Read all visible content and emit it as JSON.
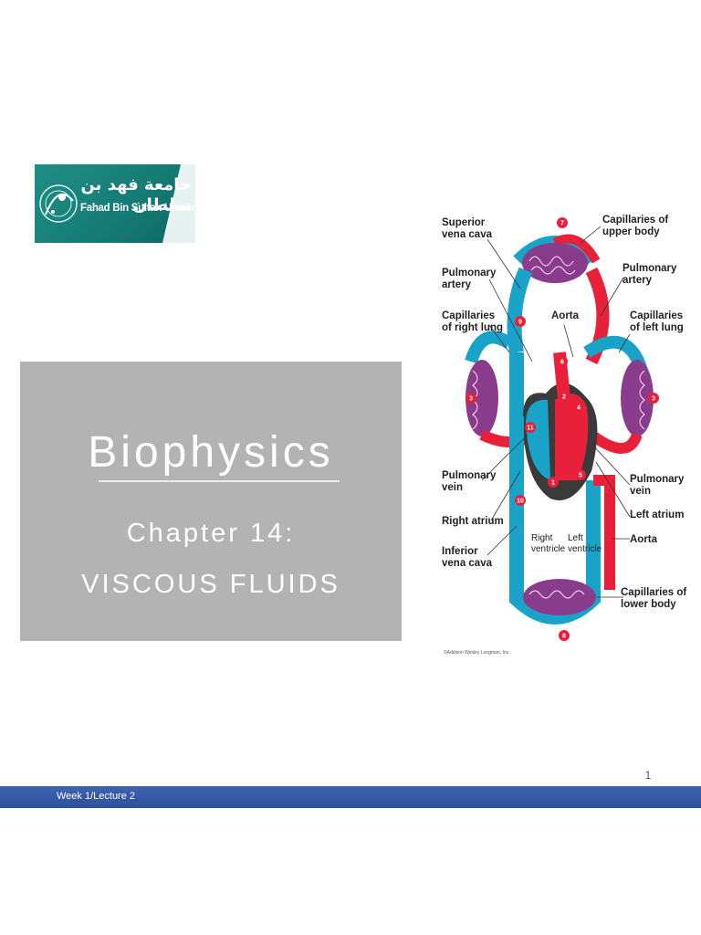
{
  "logo": {
    "arabic": "جامعة فهد بن سلطان",
    "english": "Fahad Bin Sultan University"
  },
  "title": {
    "main": "Biophysics",
    "chapter": "Chapter 14:",
    "topic": "VISCOUS FLUIDS"
  },
  "diagram": {
    "labels": {
      "superior_vena_cava": [
        "Superior",
        "vena cava"
      ],
      "pulmonary_artery_left": [
        "Pulmonary",
        "artery"
      ],
      "capillaries_right_lung": [
        "Capillaries",
        "of right lung"
      ],
      "pulmonary_vein_left": [
        "Pulmonary",
        "vein"
      ],
      "right_atrium": [
        "Right atrium"
      ],
      "inferior_vena_cava": [
        "Inferior",
        "vena cava"
      ],
      "capillaries_upper_body": [
        "Capillaries of",
        "upper body"
      ],
      "pulmonary_artery_right": [
        "Pulmonary",
        "artery"
      ],
      "aorta_top": [
        "Aorta"
      ],
      "capillaries_left_lung": [
        "Capillaries",
        "of left lung"
      ],
      "pulmonary_vein_right": [
        "Pulmonary",
        "vein"
      ],
      "left_atrium": [
        "Left atrium"
      ],
      "aorta_bottom": [
        "Aorta"
      ],
      "right_ventricle": [
        "Right",
        "ventricle"
      ],
      "left_ventricle": [
        "Left",
        "ventricle"
      ],
      "capillaries_lower_body": [
        "Capillaries of",
        "lower body"
      ]
    },
    "step_numbers": [
      "7",
      "9",
      "6",
      "3",
      "2",
      "4",
      "11",
      "3",
      "1",
      "5",
      "10",
      "8"
    ],
    "copyright": "©Addison Wesley Longman, Inc.",
    "colors": {
      "oxygenated": "#e8203a",
      "deoxygenated": "#1aa3c9",
      "capillary": "#8a3c8c",
      "heart_dark": "#3a3a3a"
    }
  },
  "footer": {
    "lecture": "Week 1/Lecture 2",
    "page_number": "1"
  },
  "colors": {
    "footer_bar": "#2f55a4",
    "title_panel": "#b3b3b3",
    "logo_bg": "#157a73"
  }
}
